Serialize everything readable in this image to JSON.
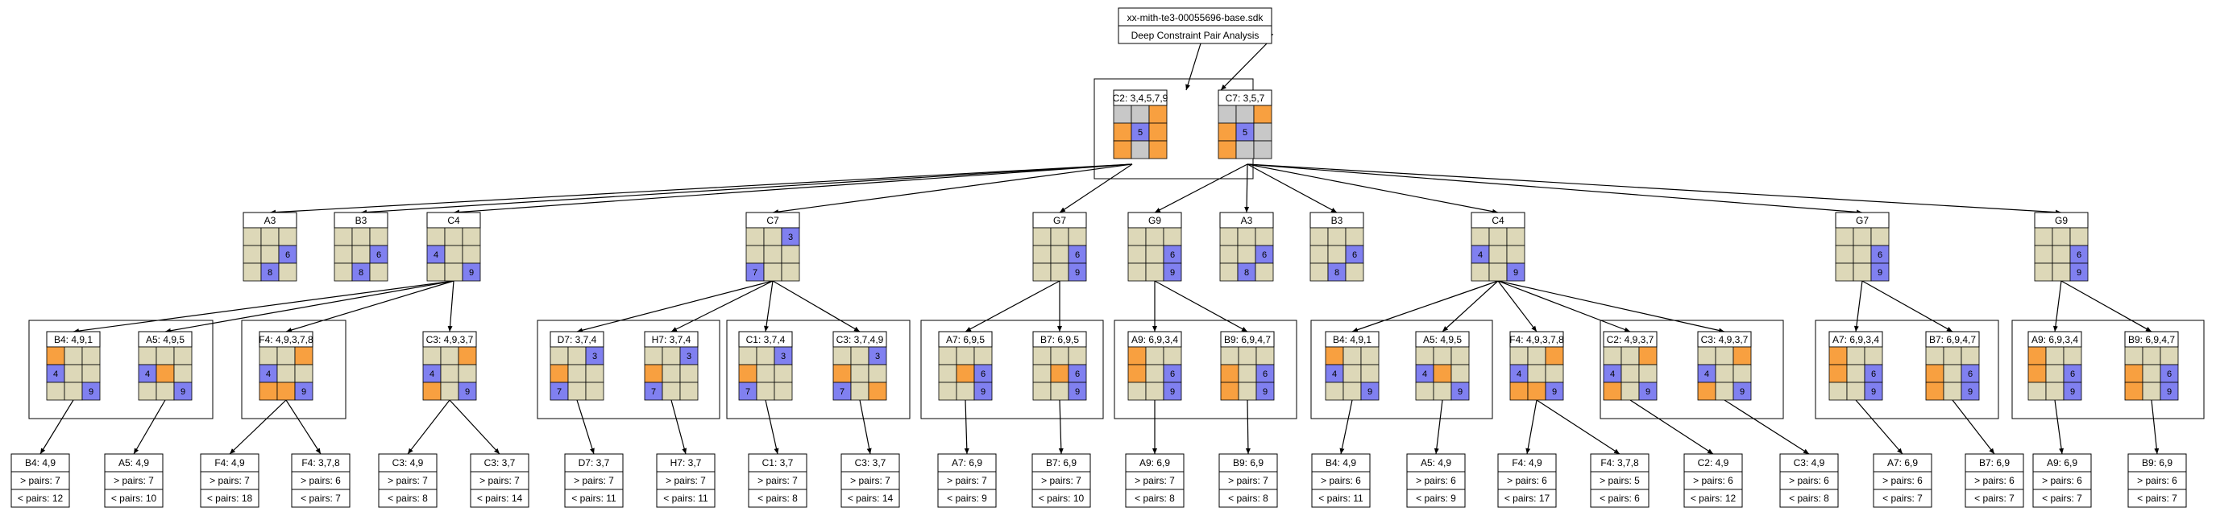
{
  "header": {
    "filename": "xx-mith-te3-00055696-base.sdk",
    "subtitle": "Deep Constraint Pair Analysis"
  },
  "colors": {
    "empty": "#ddd8b8",
    "grey": "#c8c8c8",
    "orange": "#f8a040",
    "blue": "#8080f0",
    "line": "#000000"
  },
  "root": [
    {
      "label": "C2: 3,4,5,7,9",
      "cells": [
        [
          "g",
          "g",
          "o"
        ],
        [
          "o",
          "b5",
          "o"
        ],
        [
          "o",
          "g",
          "o"
        ]
      ]
    },
    {
      "label": "C7: 3,5,7",
      "cells": [
        [
          "g",
          "g",
          "o"
        ],
        [
          "o",
          "b5",
          "g"
        ],
        [
          "o",
          "g",
          "g"
        ]
      ]
    }
  ],
  "level1": [
    {
      "id": "A3a",
      "label": "A3",
      "cells": [
        [
          "e",
          "e",
          "e"
        ],
        [
          "e",
          "e",
          "b6"
        ],
        [
          "e",
          "b8",
          "e"
        ]
      ]
    },
    {
      "id": "B3a",
      "label": "B3",
      "cells": [
        [
          "e",
          "e",
          "e"
        ],
        [
          "e",
          "e",
          "b6"
        ],
        [
          "e",
          "b8",
          "e"
        ]
      ]
    },
    {
      "id": "C4a",
      "label": "C4",
      "cells": [
        [
          "e",
          "e",
          "e"
        ],
        [
          "b4",
          "e",
          "e"
        ],
        [
          "e",
          "e",
          "b9"
        ]
      ]
    },
    {
      "id": "C7",
      "label": "C7",
      "cells": [
        [
          "e",
          "e",
          "b3"
        ],
        [
          "e",
          "e",
          "e"
        ],
        [
          "b7",
          "e",
          "e"
        ]
      ]
    },
    {
      "id": "G7a",
      "label": "G7",
      "cells": [
        [
          "e",
          "e",
          "e"
        ],
        [
          "e",
          "e",
          "b6"
        ],
        [
          "e",
          "e",
          "b9"
        ]
      ]
    },
    {
      "id": "G9a",
      "label": "G9",
      "cells": [
        [
          "e",
          "e",
          "e"
        ],
        [
          "e",
          "e",
          "b6"
        ],
        [
          "e",
          "e",
          "b9"
        ]
      ]
    },
    {
      "id": "A3b",
      "label": "A3",
      "cells": [
        [
          "e",
          "e",
          "e"
        ],
        [
          "e",
          "e",
          "b6"
        ],
        [
          "e",
          "b8",
          "e"
        ]
      ]
    },
    {
      "id": "B3b",
      "label": "B3",
      "cells": [
        [
          "e",
          "e",
          "e"
        ],
        [
          "e",
          "e",
          "b6"
        ],
        [
          "e",
          "b8",
          "e"
        ]
      ]
    },
    {
      "id": "C4b",
      "label": "C4",
      "cells": [
        [
          "e",
          "e",
          "e"
        ],
        [
          "b4",
          "e",
          "e"
        ],
        [
          "e",
          "e",
          "b9"
        ]
      ]
    },
    {
      "id": "G7b",
      "label": "G7",
      "cells": [
        [
          "e",
          "e",
          "e"
        ],
        [
          "e",
          "e",
          "b6"
        ],
        [
          "e",
          "e",
          "b9"
        ]
      ]
    },
    {
      "id": "G9b",
      "label": "G9",
      "cells": [
        [
          "e",
          "e",
          "e"
        ],
        [
          "e",
          "e",
          "b6"
        ],
        [
          "e",
          "e",
          "b9"
        ]
      ]
    }
  ],
  "level2": [
    {
      "label": "B4: 4,9,1",
      "cells": [
        [
          "o",
          "e",
          "e"
        ],
        [
          "b4",
          "e",
          "e"
        ],
        [
          "e",
          "e",
          "b9"
        ]
      ]
    },
    {
      "label": "A5: 4,9,5",
      "cells": [
        [
          "e",
          "e",
          "e"
        ],
        [
          "b4",
          "o",
          "e"
        ],
        [
          "e",
          "e",
          "b9"
        ]
      ]
    },
    {
      "label": "F4: 4,9,3,7,8",
      "cells": [
        [
          "e",
          "e",
          "o"
        ],
        [
          "b4",
          "e",
          "e"
        ],
        [
          "o",
          "o",
          "b9"
        ]
      ]
    },
    {
      "label": "C3: 4,9,3,7",
      "cells": [
        [
          "e",
          "e",
          "o"
        ],
        [
          "b4",
          "e",
          "e"
        ],
        [
          "o",
          "e",
          "b9"
        ]
      ]
    },
    {
      "label": "D7: 3,7,4",
      "cells": [
        [
          "e",
          "e",
          "b3"
        ],
        [
          "o",
          "e",
          "e"
        ],
        [
          "b7",
          "e",
          "e"
        ]
      ]
    },
    {
      "label": "H7: 3,7,4",
      "cells": [
        [
          "e",
          "e",
          "b3"
        ],
        [
          "o",
          "e",
          "e"
        ],
        [
          "b7",
          "e",
          "e"
        ]
      ]
    },
    {
      "label": "C1: 3,7,4",
      "cells": [
        [
          "e",
          "e",
          "b3"
        ],
        [
          "o",
          "e",
          "e"
        ],
        [
          "b7",
          "e",
          "e"
        ]
      ]
    },
    {
      "label": "C3: 3,7,4,9",
      "cells": [
        [
          "e",
          "e",
          "b3"
        ],
        [
          "o",
          "e",
          "e"
        ],
        [
          "b7",
          "e",
          "o"
        ]
      ]
    },
    {
      "label": "A7: 6,9,5",
      "cells": [
        [
          "e",
          "e",
          "e"
        ],
        [
          "e",
          "o",
          "b6"
        ],
        [
          "e",
          "e",
          "b9"
        ]
      ]
    },
    {
      "label": "B7: 6,9,5",
      "cells": [
        [
          "e",
          "e",
          "e"
        ],
        [
          "e",
          "o",
          "b6"
        ],
        [
          "e",
          "e",
          "b9"
        ]
      ]
    },
    {
      "label": "A9: 6,9,3,4",
      "cells": [
        [
          "o",
          "e",
          "e"
        ],
        [
          "o",
          "e",
          "b6"
        ],
        [
          "e",
          "e",
          "b9"
        ]
      ]
    },
    {
      "label": "B9: 6,9,4,7",
      "cells": [
        [
          "e",
          "e",
          "e"
        ],
        [
          "o",
          "e",
          "b6"
        ],
        [
          "o",
          "e",
          "b9"
        ]
      ]
    },
    {
      "label": "B4: 4,9,1",
      "cells": [
        [
          "o",
          "e",
          "e"
        ],
        [
          "b4",
          "e",
          "e"
        ],
        [
          "e",
          "e",
          "b9"
        ]
      ]
    },
    {
      "label": "A5: 4,9,5",
      "cells": [
        [
          "e",
          "e",
          "e"
        ],
        [
          "b4",
          "o",
          "e"
        ],
        [
          "e",
          "e",
          "b9"
        ]
      ]
    },
    {
      "label": "F4: 4,9,3,7,8",
      "cells": [
        [
          "e",
          "e",
          "o"
        ],
        [
          "b4",
          "e",
          "e"
        ],
        [
          "o",
          "o",
          "b9"
        ]
      ]
    },
    {
      "label": "C2: 4,9,3,7",
      "cells": [
        [
          "e",
          "e",
          "o"
        ],
        [
          "b4",
          "e",
          "e"
        ],
        [
          "o",
          "e",
          "b9"
        ]
      ]
    },
    {
      "label": "C3: 4,9,3,7",
      "cells": [
        [
          "e",
          "e",
          "o"
        ],
        [
          "b4",
          "e",
          "e"
        ],
        [
          "o",
          "e",
          "b9"
        ]
      ]
    },
    {
      "label": "A7: 6,9,3,4",
      "cells": [
        [
          "o",
          "e",
          "e"
        ],
        [
          "o",
          "e",
          "b6"
        ],
        [
          "e",
          "e",
          "b9"
        ]
      ]
    },
    {
      "label": "B7: 6,9,4,7",
      "cells": [
        [
          "e",
          "e",
          "e"
        ],
        [
          "o",
          "e",
          "b6"
        ],
        [
          "o",
          "e",
          "b9"
        ]
      ]
    },
    {
      "label": "A9: 6,9,3,4",
      "cells": [
        [
          "o",
          "e",
          "e"
        ],
        [
          "o",
          "e",
          "b6"
        ],
        [
          "e",
          "e",
          "b9"
        ]
      ]
    },
    {
      "label": "B9: 6,9,4,7",
      "cells": [
        [
          "e",
          "e",
          "e"
        ],
        [
          "o",
          "e",
          "b6"
        ],
        [
          "o",
          "e",
          "b9"
        ]
      ]
    }
  ],
  "leaves": [
    {
      "title": "B4: 4,9",
      "gt": "> pairs: 7",
      "lt": "< pairs: 12"
    },
    {
      "title": "A5: 4,9",
      "gt": "> pairs: 7",
      "lt": "< pairs: 10"
    },
    {
      "title": "F4: 4,9",
      "gt": "> pairs: 7",
      "lt": "< pairs: 18"
    },
    {
      "title": "F4: 3,7,8",
      "gt": "> pairs: 6",
      "lt": "< pairs: 7"
    },
    {
      "title": "C3: 4,9",
      "gt": "> pairs: 7",
      "lt": "< pairs: 8"
    },
    {
      "title": "C3: 3,7",
      "gt": "> pairs: 7",
      "lt": "< pairs: 14"
    },
    {
      "title": "D7: 3,7",
      "gt": "> pairs: 7",
      "lt": "< pairs: 11"
    },
    {
      "title": "H7: 3,7",
      "gt": "> pairs: 7",
      "lt": "< pairs: 11"
    },
    {
      "title": "C1: 3,7",
      "gt": "> pairs: 7",
      "lt": "< pairs: 8"
    },
    {
      "title": "C3: 3,7",
      "gt": "> pairs: 7",
      "lt": "< pairs: 14"
    },
    {
      "title": "A7: 6,9",
      "gt": "> pairs: 7",
      "lt": "< pairs: 9"
    },
    {
      "title": "B7: 6,9",
      "gt": "> pairs: 7",
      "lt": "< pairs: 10"
    },
    {
      "title": "A9: 6,9",
      "gt": "> pairs: 7",
      "lt": "< pairs: 8"
    },
    {
      "title": "B9: 6,9",
      "gt": "> pairs: 7",
      "lt": "< pairs: 8"
    },
    {
      "title": "B4: 4,9",
      "gt": "> pairs: 6",
      "lt": "< pairs: 11"
    },
    {
      "title": "A5: 4,9",
      "gt": "> pairs: 6",
      "lt": "< pairs: 9"
    },
    {
      "title": "F4: 4,9",
      "gt": "> pairs: 6",
      "lt": "< pairs: 17"
    },
    {
      "title": "F4: 3,7,8",
      "gt": "> pairs: 5",
      "lt": "< pairs: 6"
    },
    {
      "title": "C2: 4,9",
      "gt": "> pairs: 6",
      "lt": "< pairs: 12"
    },
    {
      "title": "C3: 4,9",
      "gt": "> pairs: 6",
      "lt": "< pairs: 8"
    },
    {
      "title": "A7: 6,9",
      "gt": "> pairs: 6",
      "lt": "< pairs: 7"
    },
    {
      "title": "B7: 6,9",
      "gt": "> pairs: 6",
      "lt": "< pairs: 7"
    },
    {
      "title": "A9: 6,9",
      "gt": "> pairs: 6",
      "lt": "< pairs: 7"
    },
    {
      "title": "B9: 6,9",
      "gt": "> pairs: 6",
      "lt": "< pairs: 7"
    }
  ]
}
